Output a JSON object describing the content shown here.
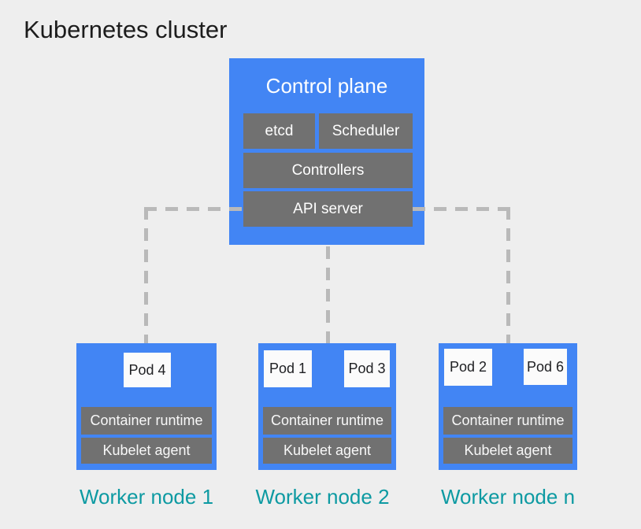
{
  "diagram_title": "Kubernetes cluster",
  "control_plane": {
    "title": "Control plane",
    "etcd": "etcd",
    "scheduler": "Scheduler",
    "controllers": "Controllers",
    "api_server": "API server"
  },
  "worker_nodes": [
    {
      "label": "Worker node 1",
      "pods": [
        "Pod 4"
      ],
      "runtime": "Container runtime",
      "kubelet": "Kubelet agent"
    },
    {
      "label": "Worker node 2",
      "pods": [
        "Pod 1",
        "Pod 3"
      ],
      "runtime": "Container runtime",
      "kubelet": "Kubelet agent"
    },
    {
      "label": "Worker node n",
      "pods": [
        "Pod 2",
        "Pod 6"
      ],
      "runtime": "Container runtime",
      "kubelet": "Kubelet agent"
    }
  ],
  "colors": {
    "background": "#EEEEEE",
    "node_blue": "#4285F4",
    "component_gray": "#717171",
    "pod_white": "#FBFBFB",
    "worker_label_teal": "#0D9AA2",
    "connector_gray": "#B9B9B9",
    "title_black": "#1C1C1C"
  }
}
